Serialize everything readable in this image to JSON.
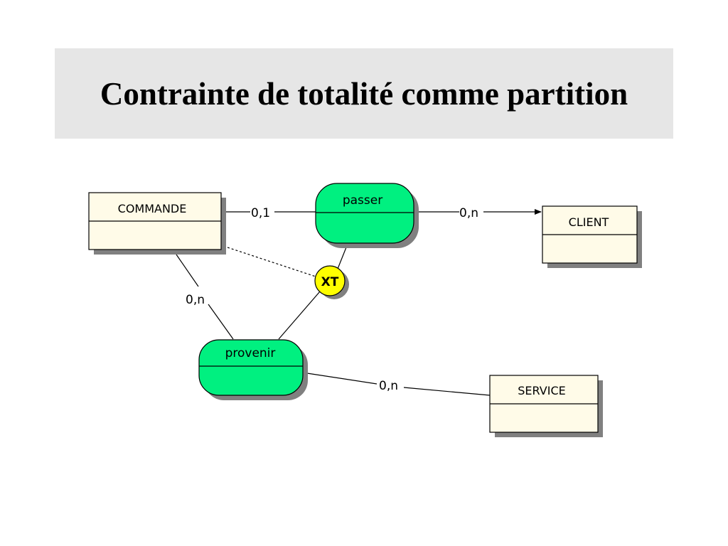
{
  "title": "Contrainte de totalité comme partition",
  "colors": {
    "entity_fill": "#fffbe8",
    "association_fill": "#00f080",
    "constraint_fill": "#ffff00",
    "shadow": "#808080"
  },
  "entities": {
    "commande": "COMMANDE",
    "client": "CLIENT",
    "service": "SERVICE"
  },
  "associations": {
    "passer": "passer",
    "provenir": "provenir"
  },
  "constraint": "XT",
  "cardinalities": {
    "commande_passer": "0,1",
    "passer_client": "0,n",
    "commande_provenir": "0,n",
    "provenir_service": "0,n"
  }
}
